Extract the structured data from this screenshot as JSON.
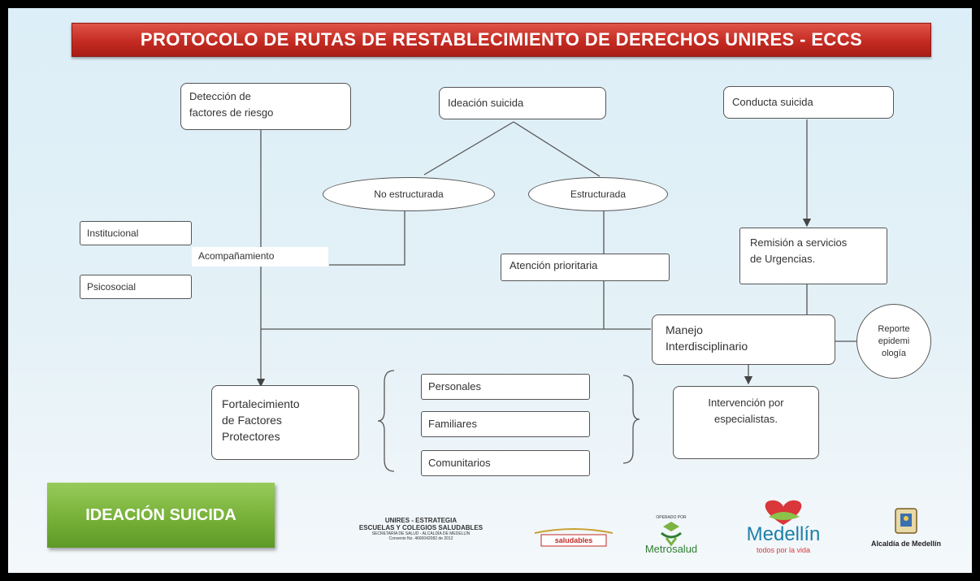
{
  "title": "PROTOCOLO DE RUTAS DE RESTABLECIMIENTO DE DERECHOS  UNIRES - ECCS",
  "nodes": {
    "deteccion": "Detección de\nfactores de riesgo",
    "ideacion": "Ideación suicida",
    "conducta": "Conducta suicida",
    "no_estructurada": "No estructurada",
    "estructurada": "Estructurada",
    "institucional": "Institucional",
    "psicosocial": "Psicosocial",
    "acompanamiento": "Acompañamiento",
    "atencion": "Atención prioritaria",
    "remision": "Remisión a servicios\nde Urgencias.",
    "manejo": "Manejo\nInterdisciplinario",
    "reporte": "Reporte\nepidemi\nología",
    "fortalecimiento": "Fortalecimiento\nde Factores\nProtectores",
    "personales": "Personales",
    "familiares": "Familiares",
    "comunitarios": "Comunitarios",
    "intervencion": "Intervención por\nespecialistas."
  },
  "button": {
    "label": "IDEACIÓN SUICIDA"
  },
  "footer": {
    "unires": {
      "line1": "UNIRES - ESTRATEGIA",
      "line2": "ESCUELAS Y COLEGIOS SALUDABLES",
      "line3": "SECRETARÍA DE SALUD - ALCALDÍA DE MEDELLÍN",
      "line4": "Convenio No. 4600042082 de 2012"
    },
    "saludables": "saludables",
    "metrosalud_top": "OPERADO POR",
    "metrosalud": "Metrosalud",
    "medellin": "Medellín",
    "medellin_tag": "todos por la vida",
    "alcaldia": "Alcaldía de Medellín"
  },
  "colors": {
    "title_red": "#c42b22",
    "button_green": "#74ae36",
    "medellin_blue": "#1e7fa8",
    "medellin_red": "#d9373a"
  }
}
